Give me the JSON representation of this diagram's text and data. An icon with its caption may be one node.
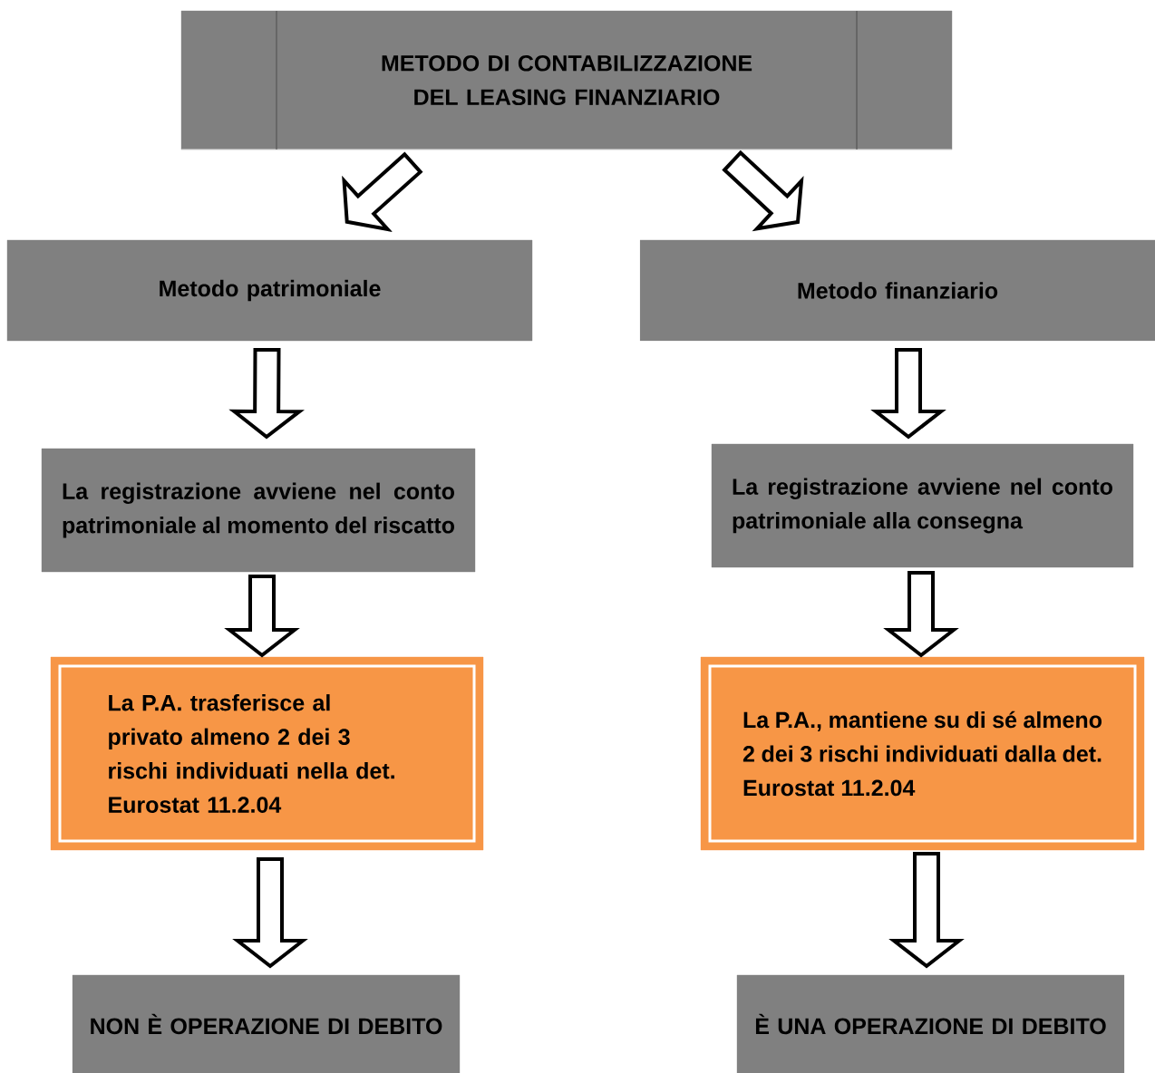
{
  "diagram": {
    "nodes": [
      {
        "text": [
          "METODO DI CONTABILIZZAZIONE DEL LEASING FINANZIARIO"
        ]
      },
      {
        "text": [
          "Metodo patrimoniale"
        ]
      },
      {
        "text": [
          "Metodo finanziario"
        ]
      },
      {
        "text": [
          "La registrazione avviene nel conto patrimoniale al momento del riscatto"
        ]
      },
      {
        "text": [
          "La registrazione avviene nel conto patrimoniale alla consegna"
        ]
      },
      {
        "text": [
          "La P.A. trasferisce al privato almeno 2 dei 3 rischi individuati nella det. Eurostat 11.2.04"
        ]
      },
      {
        "text": [
          "La P.A., mantiene su di sé almeno 2 dei 3 rischi individuati dalla det. Eurostat 11.2.04"
        ]
      },
      {
        "text": [
          "NON È OPERAZIONE DI DEBITO"
        ]
      },
      {
        "text": [
          "È UNA OPERAZIONE DI DEBITO"
        ]
      }
    ],
    "edges": [
      {
        "from": 0,
        "to": 1,
        "arrow": "to"
      },
      {
        "from": 0,
        "to": 2,
        "arrow": "to"
      },
      {
        "from": 1,
        "to": 3,
        "arrow": "to"
      },
      {
        "from": 3,
        "to": 5,
        "arrow": "to"
      },
      {
        "from": 5,
        "to": 7,
        "arrow": "to"
      },
      {
        "from": 2,
        "to": 4,
        "arrow": "to"
      },
      {
        "from": 4,
        "to": 6,
        "arrow": "to"
      },
      {
        "from": 6,
        "to": 8,
        "arrow": "to"
      }
    ]
  }
}
